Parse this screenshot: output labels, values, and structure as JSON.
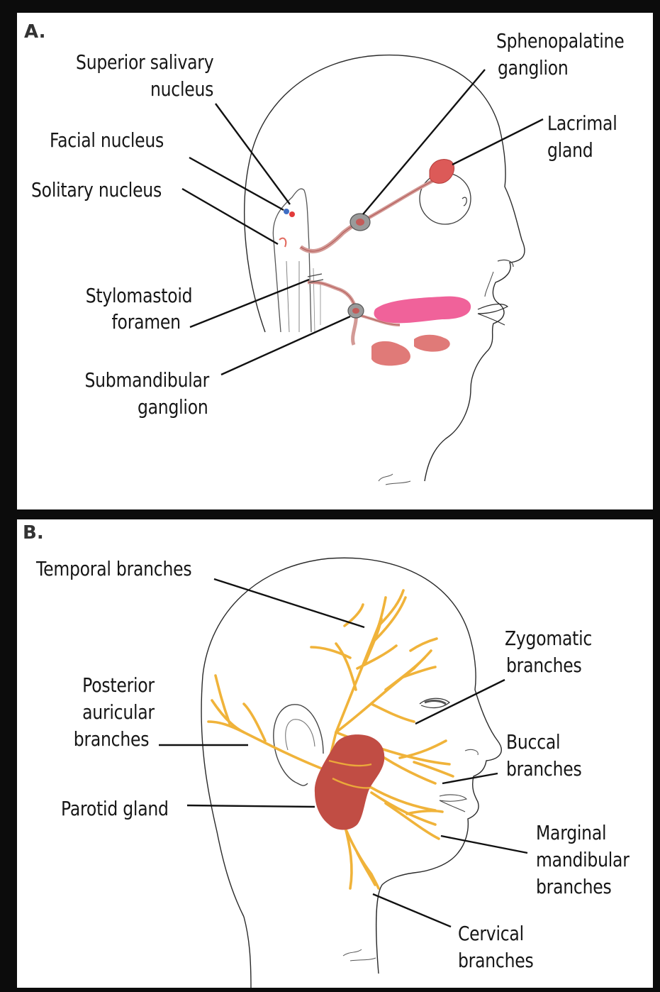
{
  "panel_a": {
    "letter": "A.",
    "labels": {
      "superior_salivary_nucleus_1": "Superior salivary",
      "superior_salivary_nucleus_2": "nucleus",
      "facial_nucleus": "Facial nucleus",
      "solitary_nucleus": "Solitary nucleus",
      "stylomastoid_foramen_1": "Stylomastoid",
      "stylomastoid_foramen_2": "foramen",
      "submandibular_ganglion_1": "Submandibular",
      "submandibular_ganglion_2": "ganglion",
      "sphenopalatine_ganglion_1": "Sphenopalatine",
      "sphenopalatine_ganglion_2": "ganglion",
      "lacrimal_gland_1": "Lacrimal",
      "lacrimal_gland_2": "gland"
    }
  },
  "panel_b": {
    "letter": "B.",
    "labels": {
      "temporal_branches": "Temporal branches",
      "posterior_auricular_1": "Posterior",
      "posterior_auricular_2": "auricular",
      "posterior_auricular_3": "branches",
      "parotid_gland": "Parotid gland",
      "zygomatic_branches_1": "Zygomatic",
      "zygomatic_branches_2": "branches",
      "buccal_branches_1": "Buccal",
      "buccal_branches_2": "branches",
      "marginal_mandibular_1": "Marginal",
      "marginal_mandibular_2": "mandibular",
      "marginal_mandibular_3": "branches",
      "cervical_branches_1": "Cervical",
      "cervical_branches_2": "branches"
    }
  },
  "colors": {
    "nerve": "#f0b33a",
    "parotid": "#c14d44",
    "mucosa": "#f0629a",
    "salivary_gland": "#e07a78",
    "nucleus_red": "#e23b3b",
    "nucleus_blue": "#3f6ec4",
    "outline": "#2a2a2a"
  }
}
